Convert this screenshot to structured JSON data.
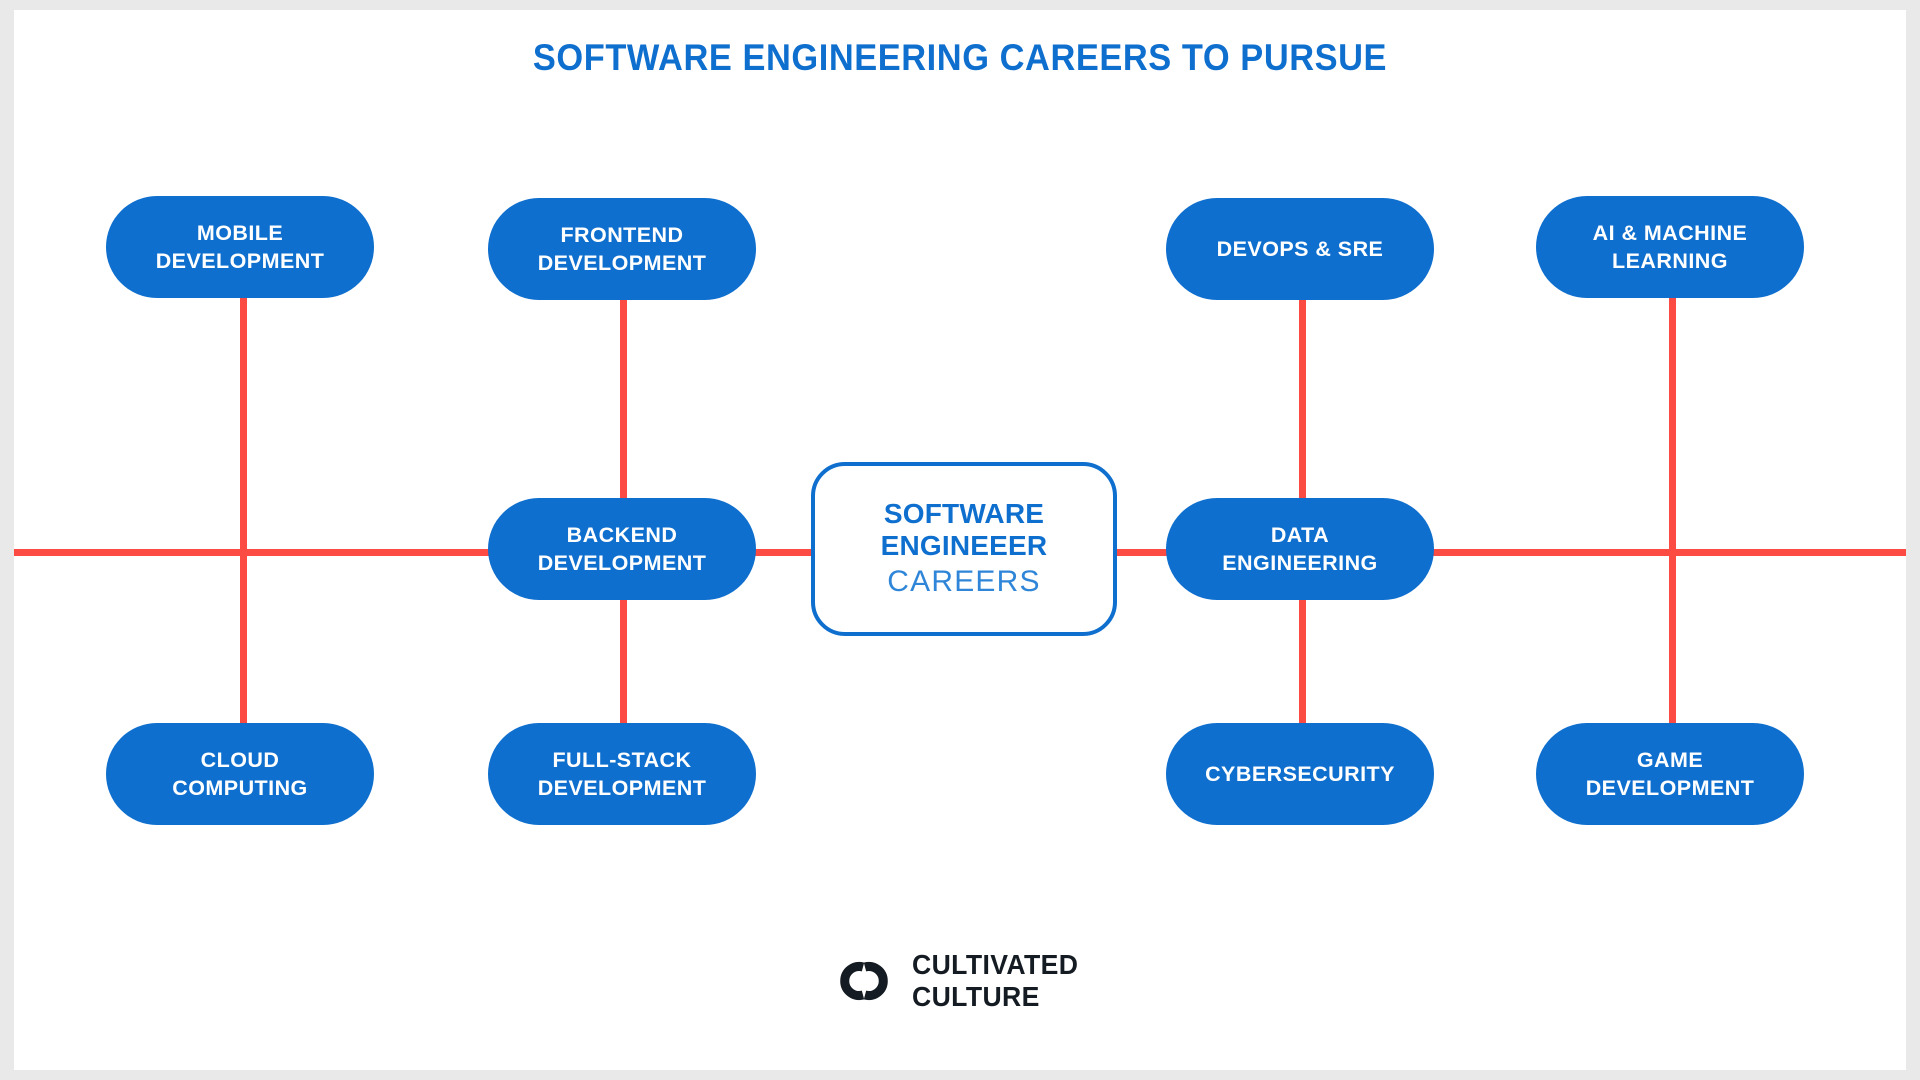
{
  "page": {
    "title": "SOFTWARE ENGINEERING CAREERS TO PURSUE",
    "background_color": "#ffffff",
    "frame_color": "#e9e9e9"
  },
  "colors": {
    "brand_blue": "#0f6fce",
    "connector_red": "#fb4b42",
    "node_text": "#ffffff",
    "logo_dark": "#141b22",
    "center_light_text": "#2f86d8"
  },
  "center": {
    "line1": "SOFTWARE",
    "line2": "ENGINEEER",
    "line3": "CAREERS"
  },
  "nodes": [
    {
      "id": "mobile-development",
      "label": "MOBILE\nDEVELOPMENT",
      "column": 1,
      "row": "top"
    },
    {
      "id": "cloud-computing",
      "label": "CLOUD\nCOMPUTING",
      "column": 1,
      "row": "bottom"
    },
    {
      "id": "frontend-development",
      "label": "FRONTEND\nDEVELOPMENT",
      "column": 2,
      "row": "top"
    },
    {
      "id": "backend-development",
      "label": "BACKEND\nDEVELOPMENT",
      "column": 2,
      "row": "middle"
    },
    {
      "id": "full-stack-development",
      "label": "FULL-STACK\nDEVELOPMENT",
      "column": 2,
      "row": "bottom"
    },
    {
      "id": "devops-sre",
      "label": "DEVOPS &  SRE",
      "column": 3,
      "row": "top"
    },
    {
      "id": "data-engineering",
      "label": "DATA\nENGINEERING",
      "column": 3,
      "row": "middle"
    },
    {
      "id": "cybersecurity",
      "label": "CYBERSECURITY",
      "column": 3,
      "row": "bottom"
    },
    {
      "id": "ai-machine-learning",
      "label": "AI & MACHINE\nLEARNING",
      "column": 4,
      "row": "top"
    },
    {
      "id": "game-development",
      "label": "GAME\nDEVELOPMENT",
      "column": 4,
      "row": "bottom"
    }
  ],
  "logo": {
    "mark": "interlocking-links-icon",
    "line1": "CULTIVATED",
    "line2": "CULTURE",
    "text": "CULTIVATED\nCULTURE"
  }
}
